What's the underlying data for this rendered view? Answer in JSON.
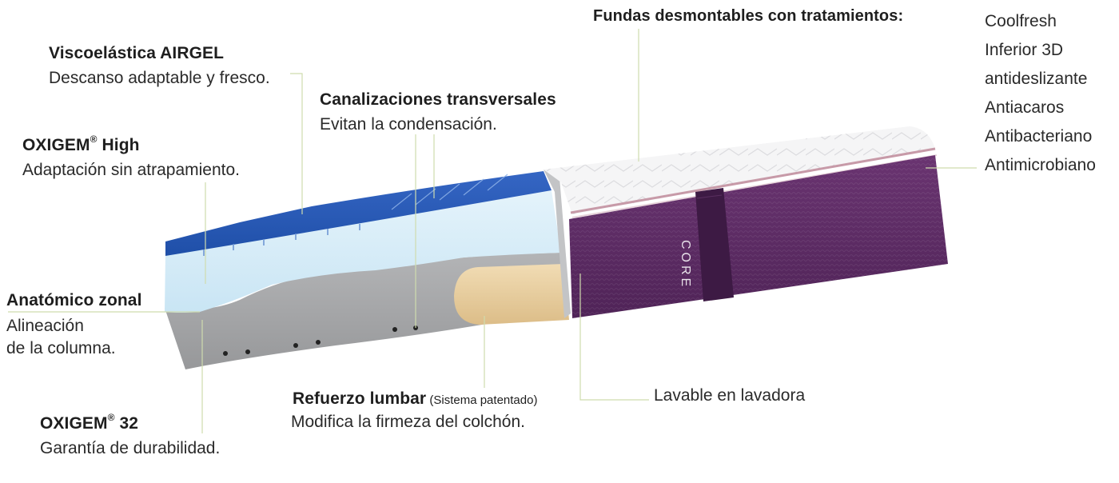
{
  "callouts": {
    "viscoelastica": {
      "title": "Viscoelástica AIRGEL",
      "desc": "Descanso adaptable y fresco."
    },
    "canalizaciones": {
      "title": "Canalizaciones transversales",
      "desc": "Evitan la condensación."
    },
    "oxigem_high": {
      "title": "OXIGEM",
      "sup": "®",
      "title_suffix": " High",
      "desc": "Adaptación sin atrapamiento."
    },
    "anatomico": {
      "title": "Anatómico zonal",
      "desc_1": "Alineación",
      "desc_2": "de la columna."
    },
    "oxigem_32": {
      "title": "OXIGEM",
      "sup": "®",
      "title_suffix": " 32",
      "desc": "Garantía de durabilidad."
    },
    "refuerzo": {
      "title": "Refuerzo lumbar",
      "note": " (Sistema patentado)",
      "desc": "Modifica la firmeza del colchón."
    },
    "lavable": {
      "label": "Lavable en lavadora"
    }
  },
  "fundas": {
    "title": "Fundas desmontables con tratamientos:",
    "treatments": [
      "Coolfresh",
      "Inferior 3D",
      "antideslizante",
      "Antiacaros",
      "Antibacteriano",
      "Antimicrobiano"
    ]
  },
  "brand": {
    "logo": "CORE"
  },
  "colors": {
    "top_foam": "#2a5cb8",
    "comfort_foam": "#d6edf8",
    "base_foam": "#a9aaac",
    "lumbar": "#e8cea0",
    "cover_side": "#5d2c64",
    "cover_top": "#f3f3f4",
    "leader_line": "#c8d9a0"
  }
}
